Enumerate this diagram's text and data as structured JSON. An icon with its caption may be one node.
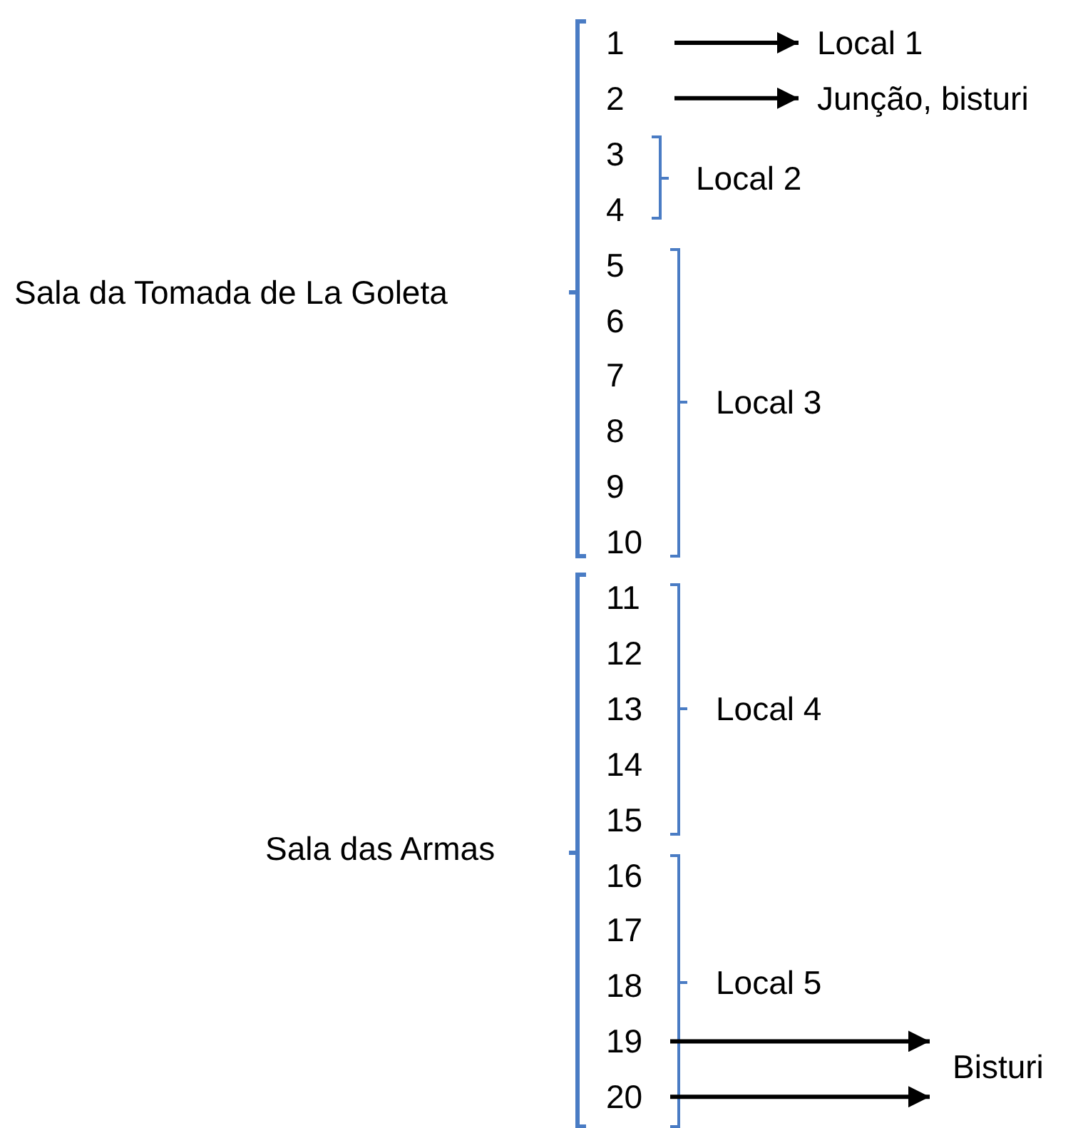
{
  "diagram": {
    "nodes": [
      {
        "text": [
          "1"
        ]
      },
      {
        "text": [
          "Local 1"
        ]
      },
      {
        "text": [
          "2"
        ]
      },
      {
        "text": [
          "Junção, bisturi"
        ]
      },
      {
        "text": [
          "19"
        ]
      },
      {
        "text": [
          "20"
        ]
      },
      {
        "text": [
          "Bisturi"
        ]
      }
    ],
    "edges": [
      {
        "from": 0,
        "to": 1,
        "arrow": "to"
      },
      {
        "from": 2,
        "to": 3,
        "arrow": "to"
      },
      {
        "from": 4,
        "to": 6,
        "arrow": "to"
      },
      {
        "from": 5,
        "to": 6,
        "arrow": "to"
      }
    ],
    "labels": [
      "3",
      "Local 2",
      "4",
      "5",
      "Sala da Tomada de La Goleta",
      "6",
      "7",
      "Local 3",
      "8",
      "9",
      "10",
      "11",
      "12",
      "13",
      "Local 4",
      "14",
      "15",
      "Sala das Armas",
      "16",
      "17",
      "18",
      "Local 5"
    ]
  }
}
